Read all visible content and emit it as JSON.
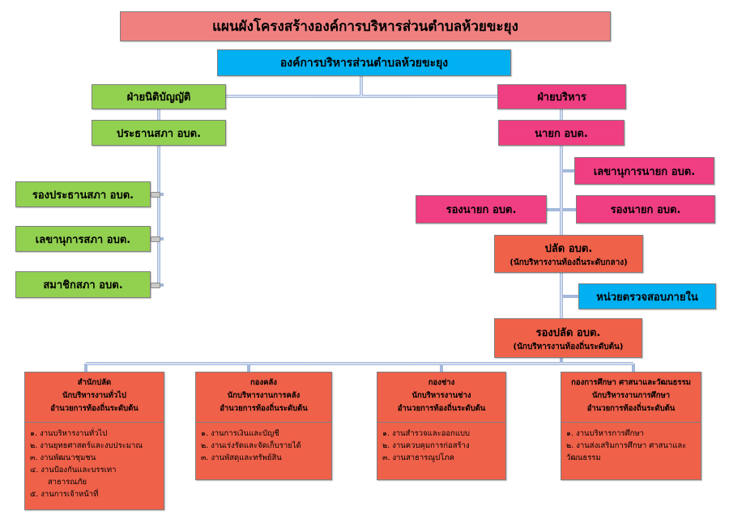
{
  "title": "แผนผังโครงสร้างองค์การบริหารส่วนตำบลห้วยขะยุง",
  "top": "องค์การบริหารส่วนตำบลห้วยขะยุง",
  "legislative": {
    "branch": "ฝ่ายนิติบัญญัติ",
    "chair": "ประธานสภา อบต.",
    "vice_chair": "รองประธานสภา อบต.",
    "secretary": "เลขานุการสภา อบต.",
    "members": "สมาชิกสภา อบต."
  },
  "executive": {
    "branch": "ฝ่ายบริหาร",
    "mayor": "นายก อบต.",
    "mayor_secretary": "เลขานุการนายก อบต.",
    "deputy_left": "รองนายก อบต.",
    "deputy_right": "รองนายก อบต."
  },
  "clerk": {
    "title": "ปลัด อบต.",
    "subtitle": "(นักบริหารงานท้องถิ่นระดับกลาง)"
  },
  "audit": "หน่วยตรวจสอบภายใน",
  "deputy_clerk": {
    "title": "รองปลัด อบต.",
    "subtitle": "(นักบริหารงานท้องถิ่นระดับต้น)"
  },
  "departments": [
    {
      "header": [
        "สำนักปลัด",
        "นักบริหารงานทั่วไป",
        "อำนวยการท้องถิ่นระดับต้น"
      ],
      "items": [
        "๑. งานบริหารงานทั่วไป",
        "๒. งานยุทธศาสตร์และงบประมาณ",
        "๓. งานพัฒนาชุมชน",
        "๔. งานป้องกันและบรรเทา",
        "สาธารณภัย",
        "๕. งานการเจ้าหน้าที่"
      ]
    },
    {
      "header": [
        "กองคลัง",
        "นักบริหารงานการคลัง",
        "อำนวยการท้องถิ่นระดับต้น"
      ],
      "items": [
        "๑. งานการเงินและบัญชี",
        "๒. งานเร่งรัดและจัดเก็บรายได้",
        "๓. งานพัสดุและทรัพย์สิน"
      ]
    },
    {
      "header": [
        "กองช่าง",
        "นักบริหารงานช่าง",
        "อำนวยการท้องถิ่นระดับต้น"
      ],
      "items": [
        "๑. งานสำรวจและออกแบบ",
        "๒. งานควบคุมการก่อสร้าง",
        "๓. งานสาธารณูปโภค"
      ]
    },
    {
      "header": [
        "กองการศึกษา ศาสนาและวัฒนธรรม",
        "นักบริหารงานการศึกษา",
        "อำนวยการท้องถิ่นระดับต้น"
      ],
      "items": [
        "๑. งานบริหารการศึกษา",
        "๒. งานส่งเสริมการศึกษา ศาสนาและ",
        "วัฒนธรรม"
      ]
    }
  ],
  "colors": {
    "title_bg": "#f08080",
    "top_bg": "#00b0f0",
    "legislative_bg": "#92d050",
    "executive_bg": "#ef3e82",
    "admin_bg": "#f0614a",
    "connector": "#8ea9db"
  }
}
